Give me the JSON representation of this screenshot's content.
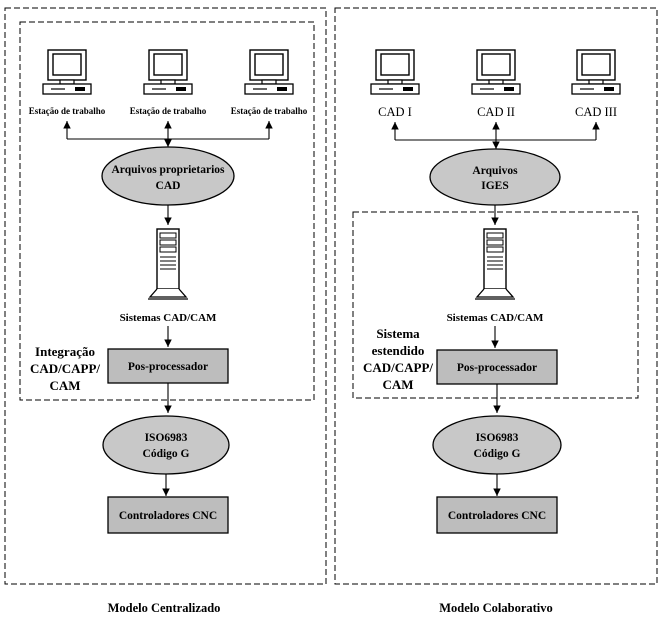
{
  "left": {
    "caption": "Modelo Centralizado",
    "workstations": [
      "Estação de trabalho",
      "Estação de trabalho",
      "Estação de trabalho"
    ],
    "files": [
      "Arquivos proprietarios",
      "CAD"
    ],
    "server_label": "Sistemas CAD/CAM",
    "group_label": [
      "Integração",
      "CAD/CAPP/",
      "CAM"
    ],
    "postproc": "Pos-processador",
    "iso": [
      "ISO6983",
      "Código G"
    ],
    "cnc": "Controladores CNC"
  },
  "right": {
    "caption": "Modelo Colaborativo",
    "workstations": [
      "CAD I",
      "CAD II",
      "CAD III"
    ],
    "files": [
      "Arquivos",
      "IGES"
    ],
    "server_label": "Sistemas CAD/CAM",
    "group_label": [
      "Sistema",
      "estendido",
      "CAD/CAPP/",
      "CAM"
    ],
    "postproc": "Pos-processador",
    "iso": [
      "ISO6983",
      "Código G"
    ],
    "cnc": "Controladores CNC"
  },
  "colors": {
    "ellipse": "#c8c8c8",
    "box": "#bdbdbd",
    "line": "#000000"
  }
}
